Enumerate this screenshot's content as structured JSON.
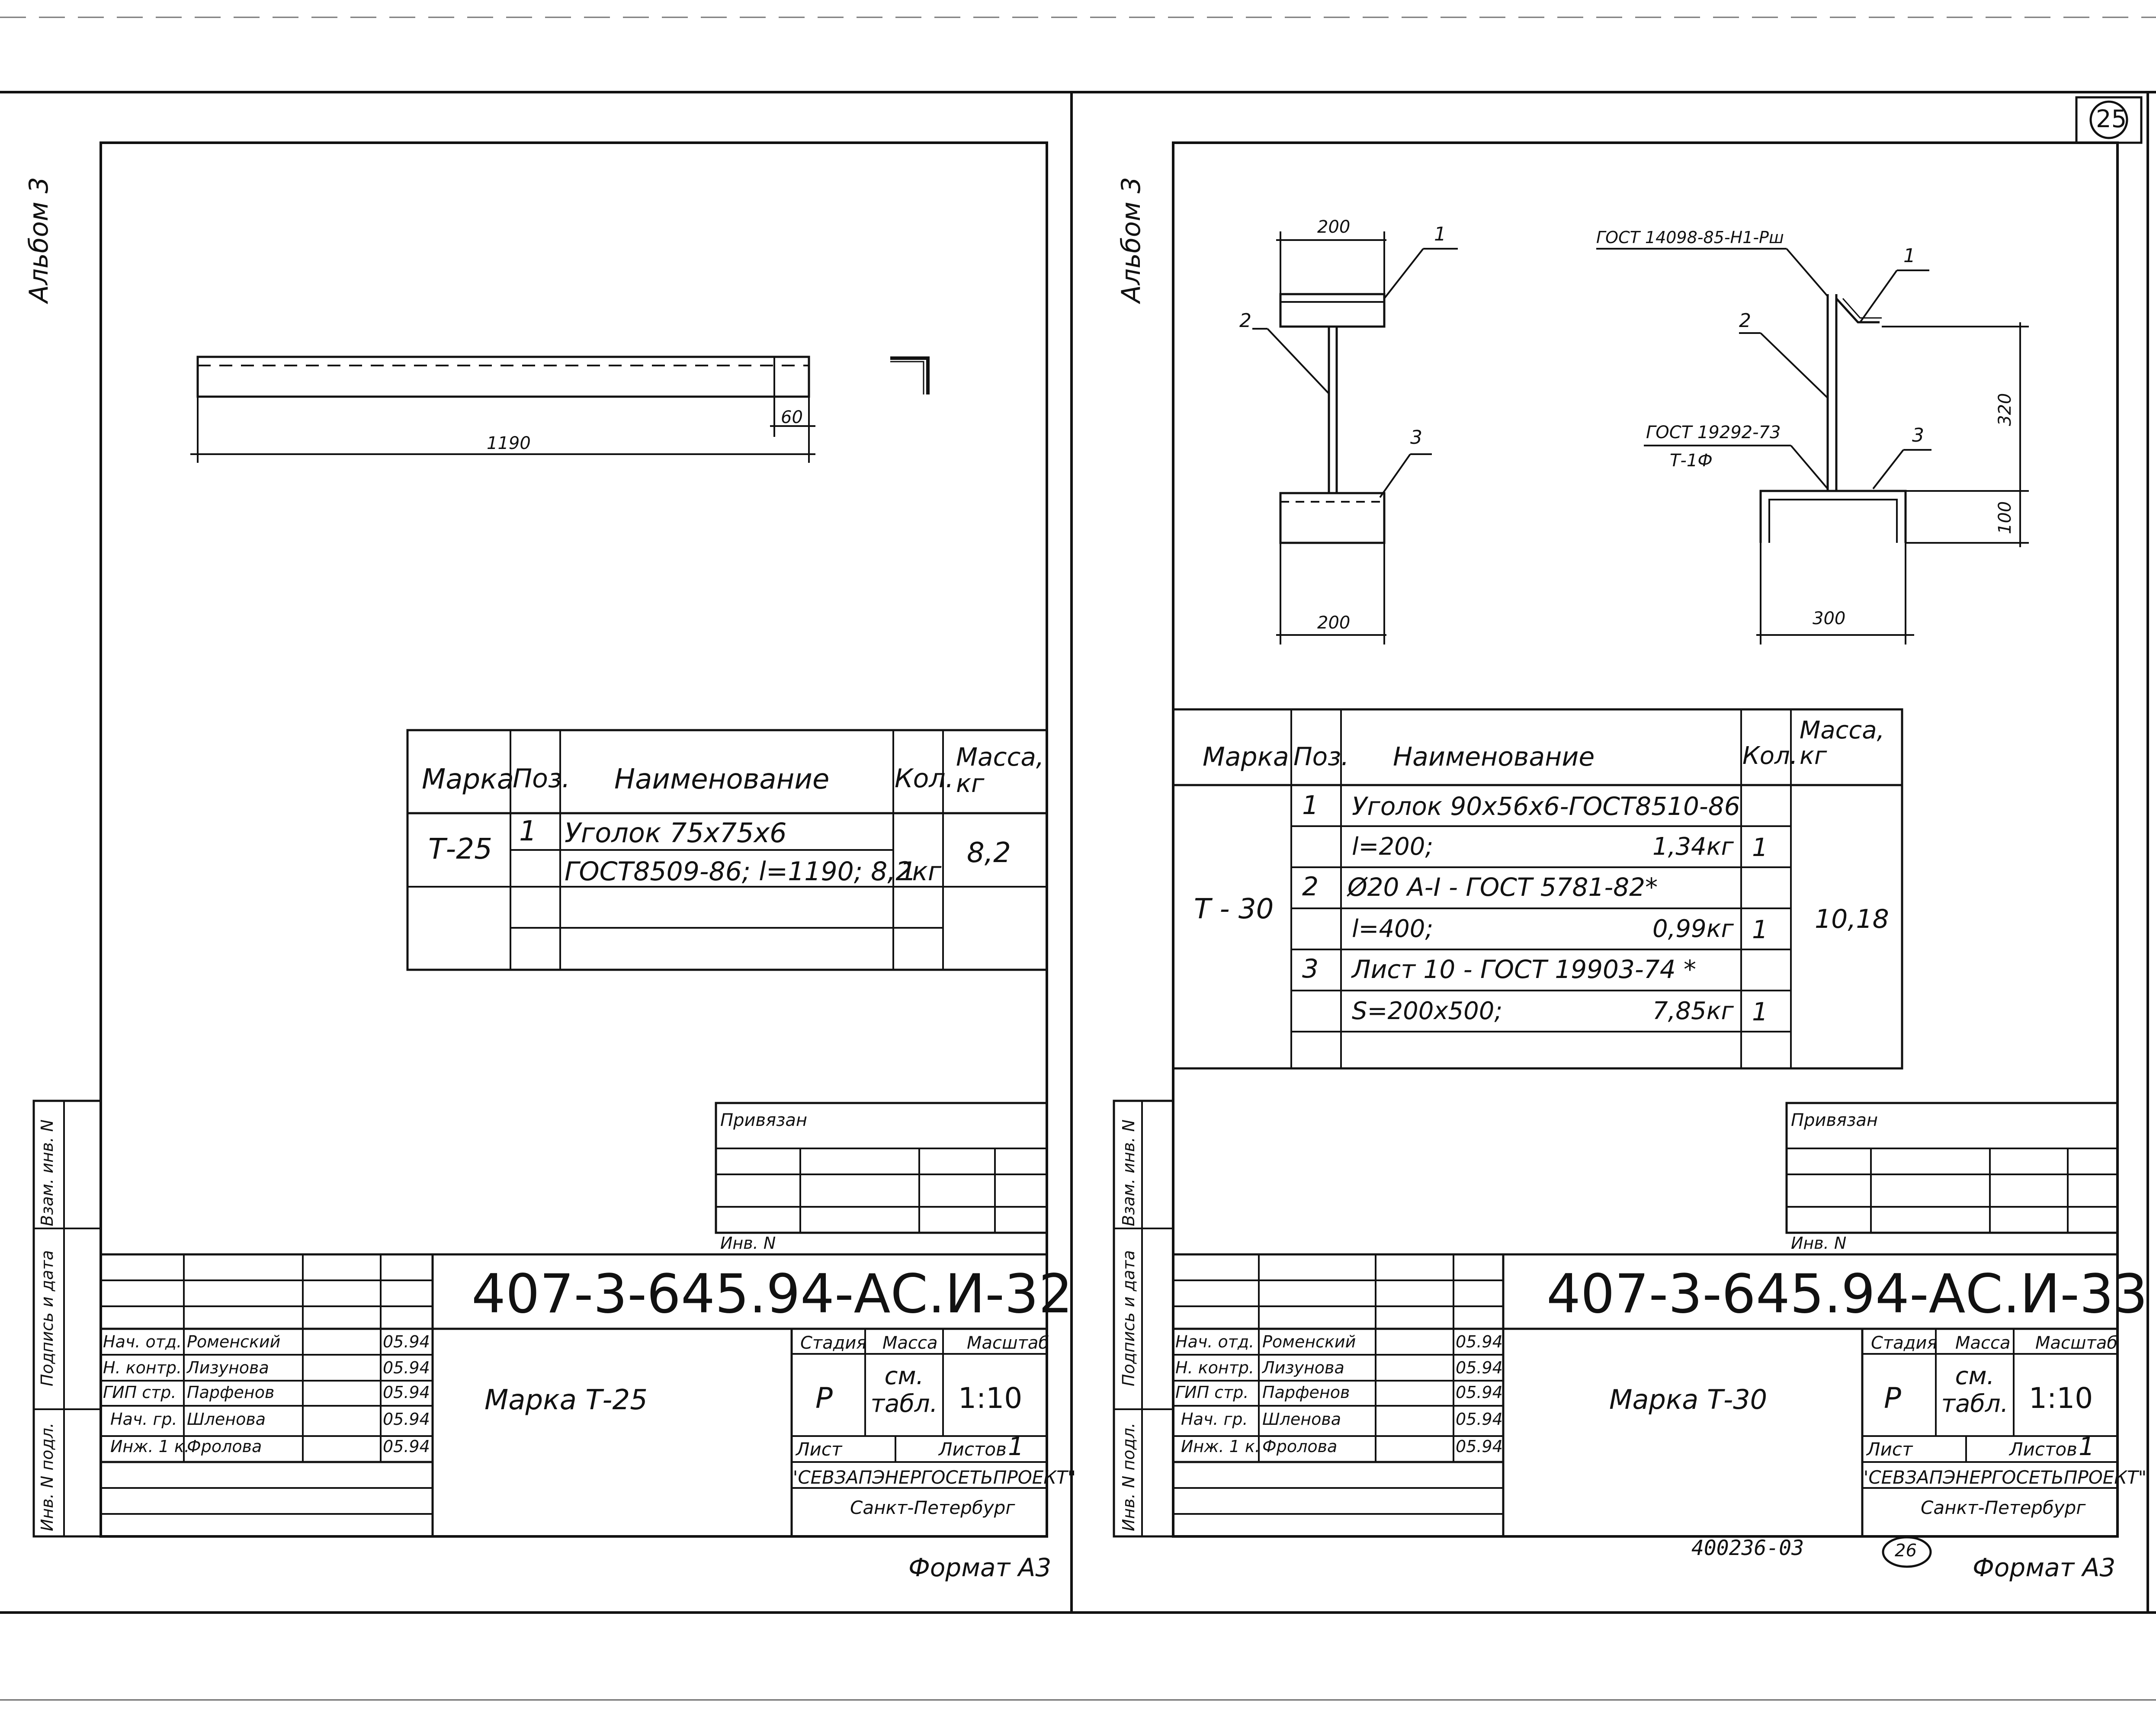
{
  "page_number": "25",
  "footer_stamp": "400236-03",
  "footer_number": "26",
  "sheets": [
    {
      "album": "Альбом 3",
      "dims": {
        "length": "1190",
        "end": "60"
      },
      "spec": {
        "headers": {
          "mark": "Марка",
          "pos": "Поз.",
          "name": "Наименование",
          "qty": "Кол.",
          "mass": "Масса, кг"
        },
        "mark": "Т-25",
        "mass": "8,2",
        "rows": [
          {
            "pos": "1",
            "name": "Уголок 75х75х6",
            "qty": ""
          },
          {
            "pos": "",
            "name": "ГОСТ8509-86; l=1190; 8,2кг",
            "qty": "1"
          }
        ]
      },
      "title_block": {
        "privyazan": "Привязан",
        "inv_no": "Инв. N",
        "code": "407-3-645.94-АС.И-32",
        "title": "Марка Т-25",
        "stage_label": "Стадия",
        "mass_label": "Масса",
        "scale_label": "Масштаб",
        "stage": "Р",
        "mass": "см. табл.",
        "scale": "1:10",
        "sheet_label": "Лист",
        "sheets_label": "Листов",
        "sheets_count": "1",
        "org": "\"СЕВЗАПЭНЕРГОСЕТЬПРОЕКТ\"",
        "city": "Санкт-Петербург",
        "signers": [
          {
            "role": "Нач. отд.",
            "name": "Роменский",
            "date": "05.94"
          },
          {
            "role": "Н. контр.",
            "name": "Лизунова",
            "date": "05.94"
          },
          {
            "role": "ГИП стр.",
            "name": "Парфенов",
            "date": "05.94"
          },
          {
            "role": "Нач. гр.",
            "name": "Шленова",
            "date": "05.94"
          },
          {
            "role": "Инж. 1 к.",
            "name": "Фролова",
            "date": "05.94"
          }
        ]
      },
      "side_labels": {
        "vzam": "Взам. инв. N",
        "podpis": "Подпись и дата",
        "inv_podl": "Инв. N подл."
      },
      "format": "Формат А3"
    },
    {
      "album": "Альбом 3",
      "dims": {
        "top": "200",
        "bottom": "200",
        "height_upper": "320",
        "height_lower": "100",
        "width": "300"
      },
      "callouts": {
        "p1": "1",
        "p2": "2",
        "p3": "3",
        "gost_top": "ГОСТ 14098-85-Н1-Рш",
        "gost_mid": "ГОСТ 19292-73",
        "gost_mid2": "Т-1Ф"
      },
      "spec": {
        "headers": {
          "mark": "Марка",
          "pos": "Поз.",
          "name": "Наименование",
          "qty": "Кол.",
          "mass": "Масса, кг"
        },
        "mark": "Т - 30",
        "mass": "10,18",
        "rows": [
          {
            "pos": "1",
            "name": "Уголок 90х56х6-ГОСТ8510-86",
            "tail": "",
            "qty": ""
          },
          {
            "pos": "",
            "name": "l=200;",
            "tail": "1,34кг",
            "qty": "1"
          },
          {
            "pos": "2",
            "name": "Ø20 А-I - ГОСТ 5781-82*",
            "tail": "",
            "qty": ""
          },
          {
            "pos": "",
            "name": "l=400;",
            "tail": "0,99кг",
            "qty": "1"
          },
          {
            "pos": "3",
            "name": "Лист 10 - ГОСТ 19903-74 *",
            "tail": "",
            "qty": ""
          },
          {
            "pos": "",
            "name": "S=200х500;",
            "tail": "7,85кг",
            "qty": "1"
          }
        ]
      },
      "title_block": {
        "privyazan": "Привязан",
        "inv_no": "Инв. N",
        "code": "407-3-645.94-АС.И-33",
        "title": "Марка Т-30",
        "stage_label": "Стадия",
        "mass_label": "Масса",
        "scale_label": "Масштаб",
        "stage": "Р",
        "mass": "см. табл.",
        "scale": "1:10",
        "sheet_label": "Лист",
        "sheets_label": "Листов",
        "sheets_count": "1",
        "org": "\"СЕВЗАПЭНЕРГОСЕТЬПРОЕКТ\"",
        "city": "Санкт-Петербург",
        "signers": [
          {
            "role": "Нач. отд.",
            "name": "Роменский",
            "date": "05.94"
          },
          {
            "role": "Н. контр.",
            "name": "Лизунова",
            "date": "05.94"
          },
          {
            "role": "ГИП стр.",
            "name": "Парфенов",
            "date": "05.94"
          },
          {
            "role": "Нач. гр.",
            "name": "Шленова",
            "date": "05.94"
          },
          {
            "role": "Инж. 1 к.",
            "name": "Фролова",
            "date": "05.94"
          }
        ]
      },
      "side_labels": {
        "vzam": "Взам. инв. N",
        "podpis": "Подпись и дата",
        "inv_podl": "Инв. N подл."
      },
      "format": "Формат А3"
    }
  ]
}
